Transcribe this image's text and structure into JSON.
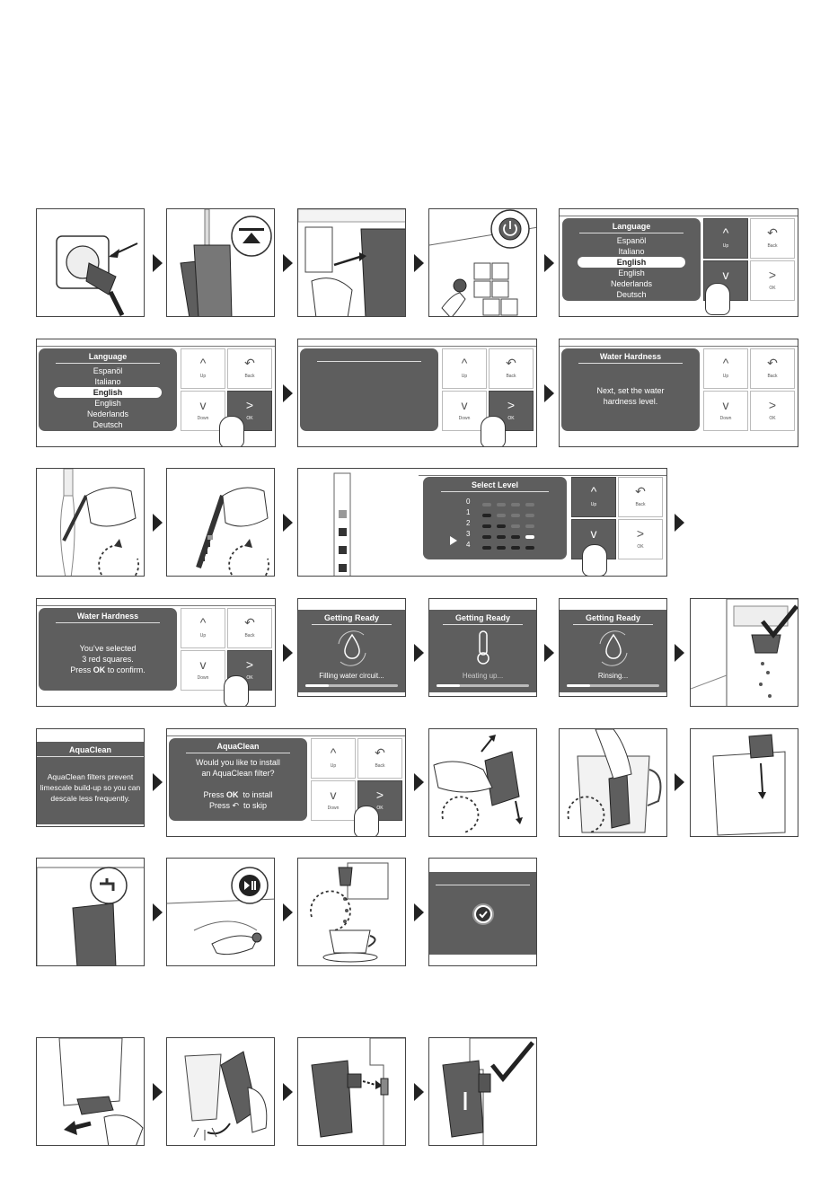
{
  "language_screen": {
    "title": "Language",
    "items": [
      "Espanöl",
      "Italiano",
      "English",
      "English",
      "Nederlands",
      "Deutsch"
    ],
    "selected_index": 2
  },
  "buttons": {
    "up": "Up",
    "back": "Back",
    "down": "Down",
    "ok": "OK",
    "up_glyph": "^",
    "down_glyph": "v",
    "back_glyph": "↶",
    "ok_glyph": ">"
  },
  "water_hardness": {
    "title": "Water Hardness",
    "line1": "Next, set the water",
    "line2": "hardness level.",
    "selected_line1": "You’ve selected",
    "selected_line2": "3 red squares.",
    "selected_line3_pre": "Press",
    "selected_line3_ok": "OK",
    "selected_line3_post": "to confirm."
  },
  "select_level": {
    "title": "Select Level",
    "levels": [
      "0",
      "1",
      "2",
      "3",
      "4"
    ],
    "selected_level": 3
  },
  "getting_ready": {
    "title": "Getting Ready",
    "filling": "Filling water circuit...",
    "heating": "Heating up...",
    "rinsing": "Rinsing..."
  },
  "aquaclean": {
    "title": "AquaClean",
    "info_line1": "AquaClean filters prevent",
    "info_line2": "limescale build-up so you can",
    "info_line3": "descale less frequently.",
    "q_line1": "Would you like to install",
    "q_line2": "an AquaClean filter?",
    "install_pre": "Press",
    "install_ok": "OK",
    "install_post": "to install",
    "skip_pre": "Press",
    "skip_post": "to skip"
  },
  "icons": [
    "power-icon",
    "water-drop-icon",
    "thermometer-icon",
    "checkmark-icon",
    "play-pause-icon",
    "tap-icon"
  ]
}
